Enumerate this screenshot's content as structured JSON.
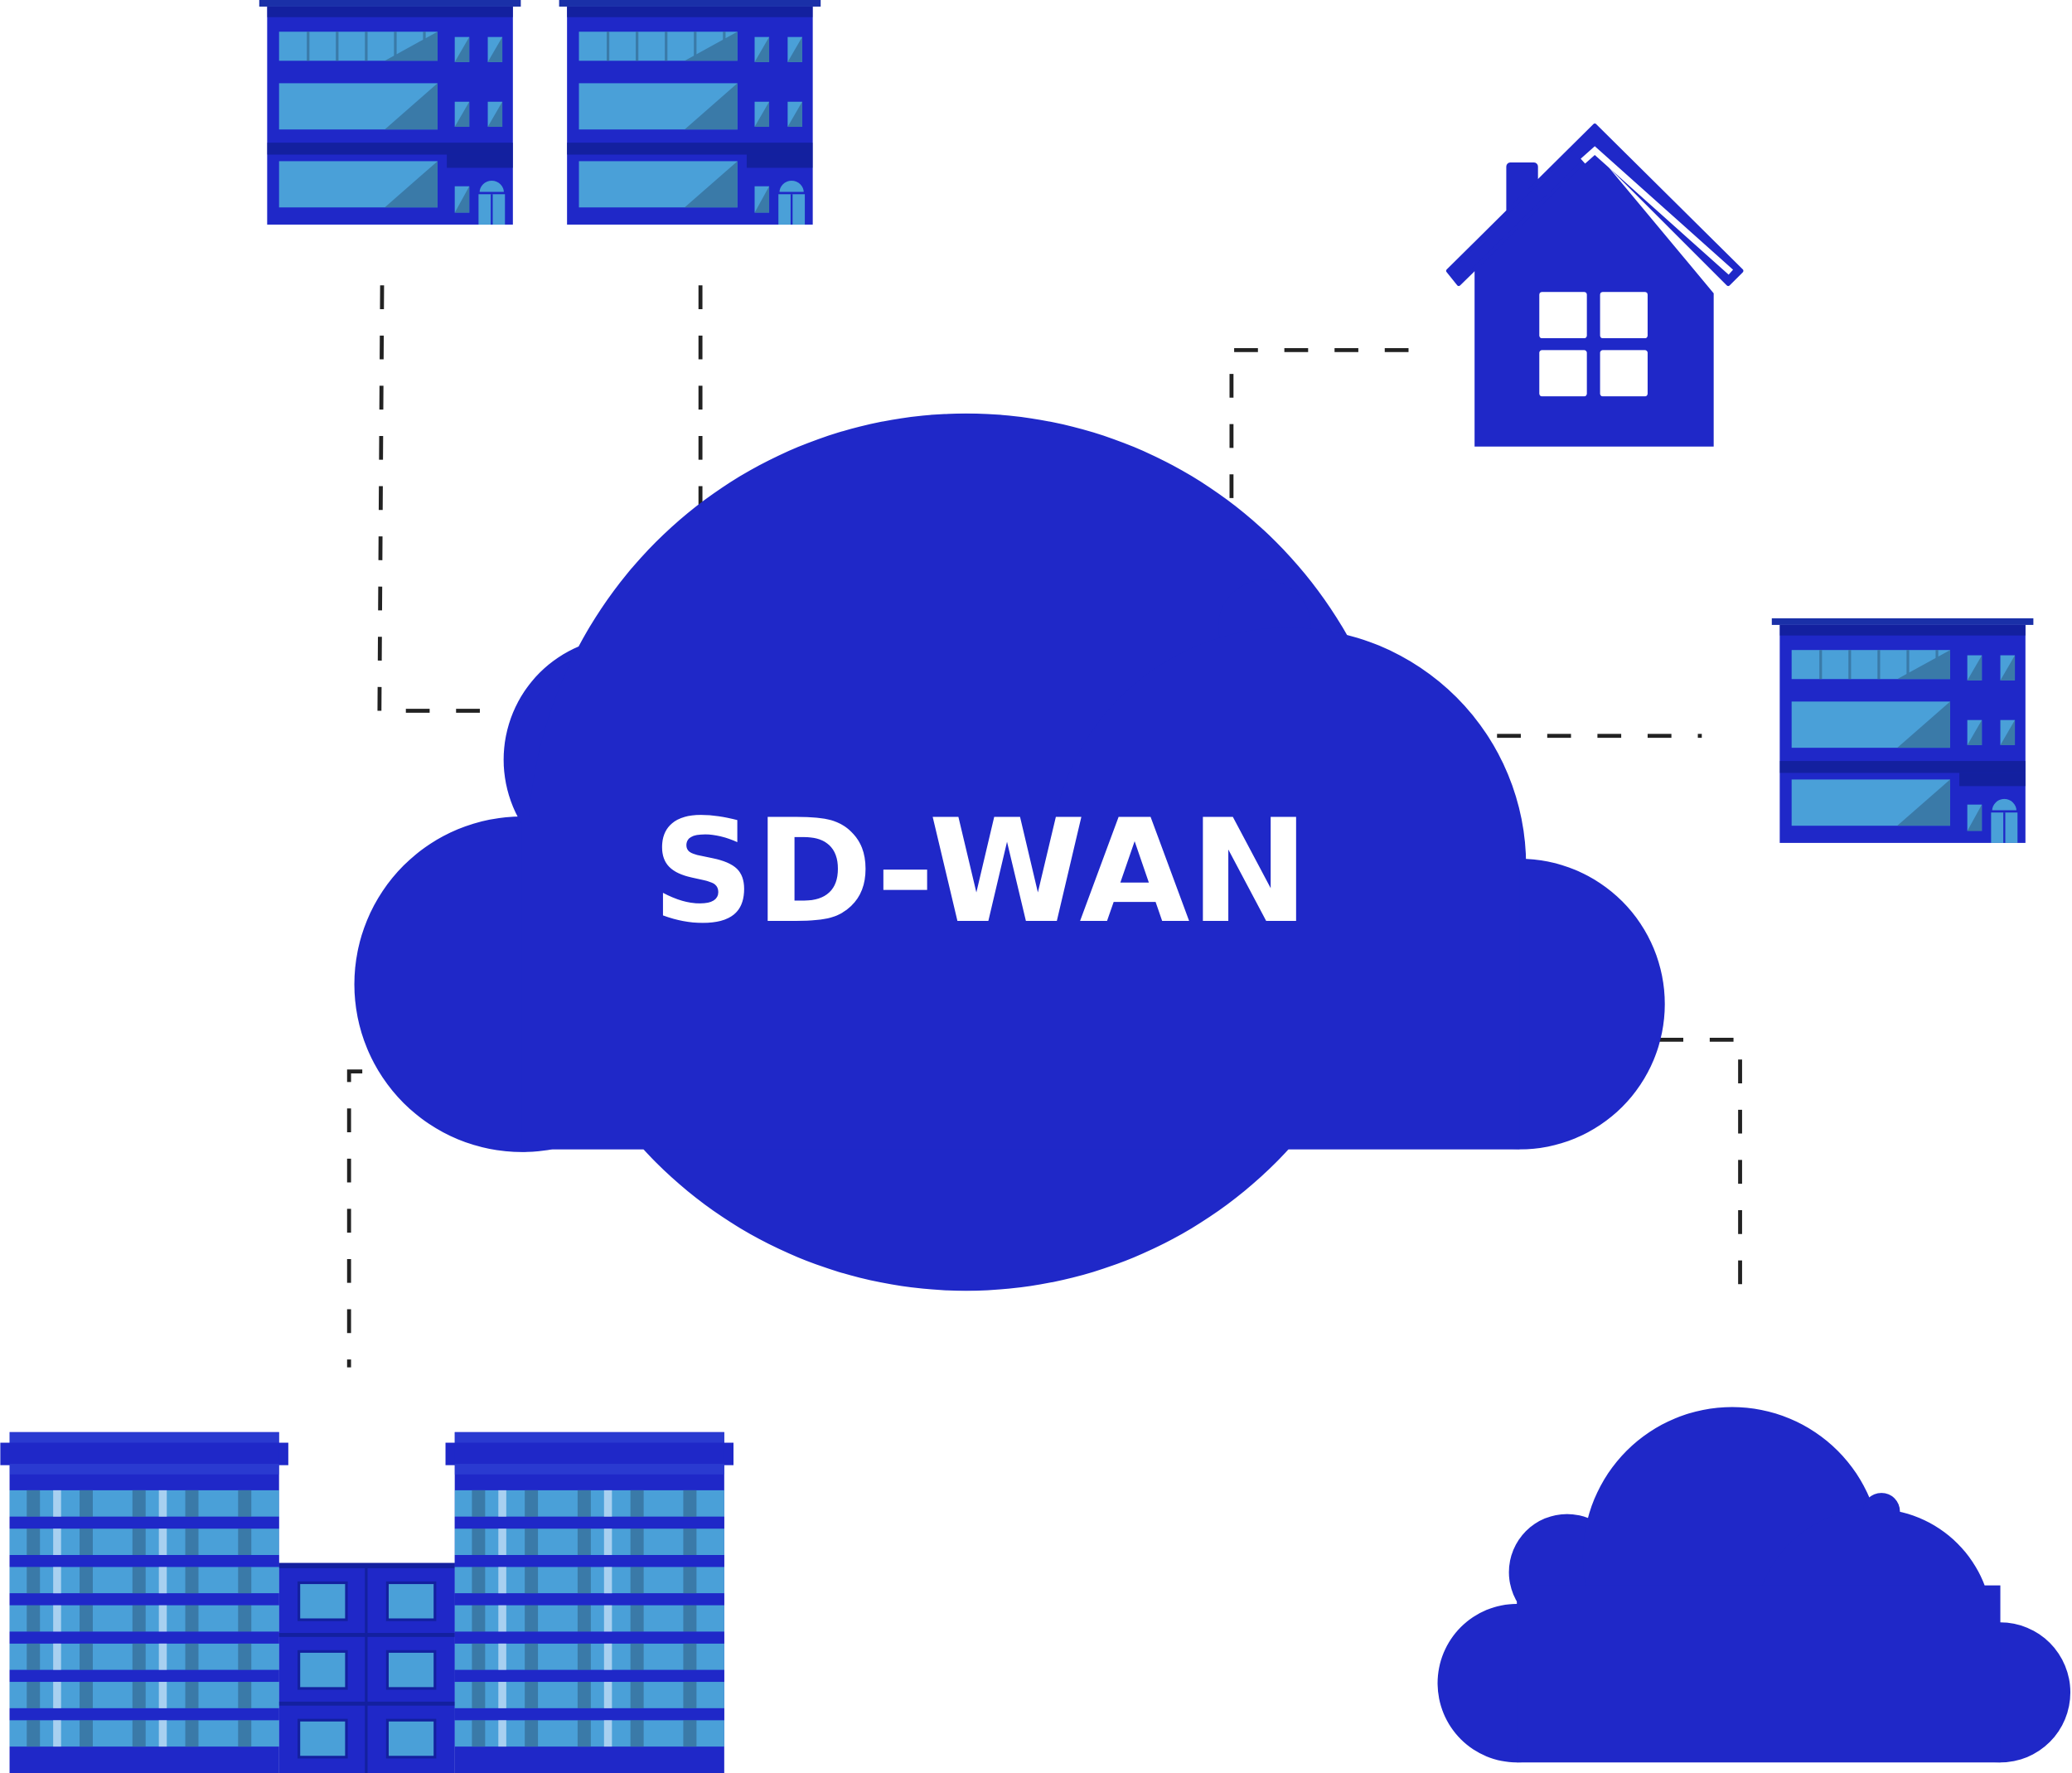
{
  "diagram": {
    "center_label": "SD-WAN",
    "nodes": [
      "office-building-1",
      "office-building-2",
      "home",
      "office-building-3",
      "campus-building",
      "cloud-service"
    ]
  },
  "colors": {
    "primary": "#1f28c8",
    "dark": "#13209f",
    "roof": "#1a30a8",
    "glass": "#4aa0d8",
    "glass_shade": "#3a7aa8",
    "line": "#222222",
    "text": "#ffffff"
  }
}
